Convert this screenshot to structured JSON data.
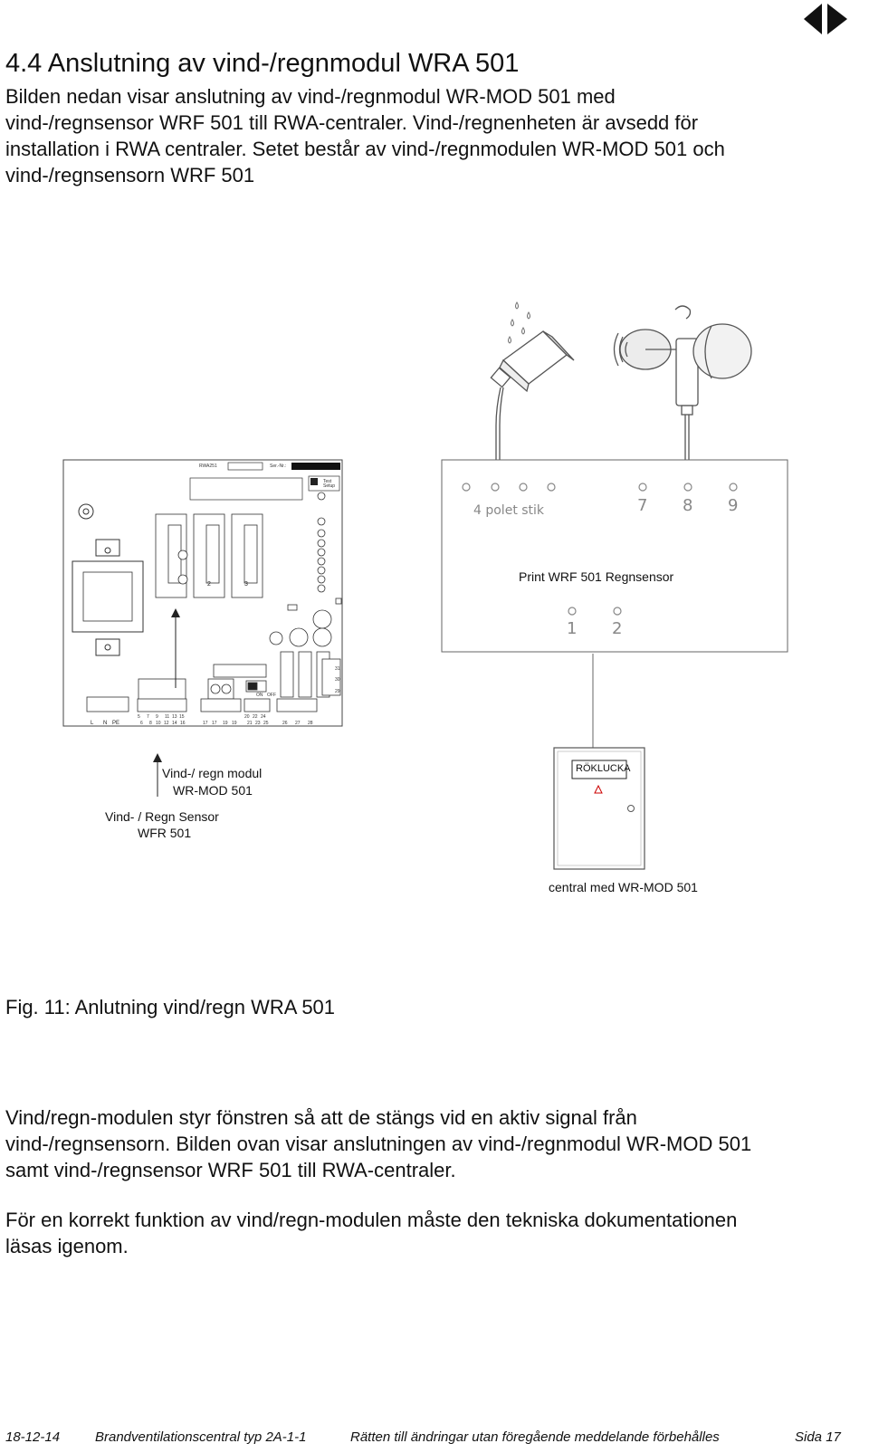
{
  "header": {
    "logo": "double-triangle-logo",
    "title": "4.4 Anslutning av vind-/regnmodul WRA 501"
  },
  "intro": [
    "Bilden nedan visar anslutning av vind-/regnmodul WR-MOD 501 med",
    "vind-/regnsensor WRF 501 till RWA-centraler. Vind-/regnenheten är avsedd för",
    "installation i RWA centraler. Setet består av vind-/regnmodulen WR-MOD 501 och",
    "vind-/regnsensorn WRF 501"
  ],
  "figure": {
    "board_label": "RWA251",
    "serial_label": "Ser.-Nr.:",
    "test_setup": [
      "Test",
      "Setup"
    ],
    "slot_numbers": [
      "2",
      "3"
    ],
    "terminal_rows": {
      "bottom": [
        "L",
        "N",
        "PE"
      ],
      "numbers_a": [
        "5",
        "7",
        "9",
        "11",
        "13",
        "15"
      ],
      "numbers_b": [
        "6",
        "8",
        "10",
        "12",
        "14",
        "16"
      ],
      "numbers_c": [
        "17",
        "17",
        "19",
        "19"
      ],
      "numbers_d": [
        "20",
        "22",
        "24"
      ],
      "numbers_e": [
        "21",
        "23",
        "25"
      ],
      "numbers_f": [
        "26",
        "27",
        "28"
      ],
      "side": [
        "31",
        "30",
        "29"
      ]
    },
    "switch_labels": [
      "ON",
      "OFF"
    ],
    "print_box": {
      "plug_text": "4 polet stik",
      "top_numbers": [
        "7",
        "8",
        "9"
      ],
      "bottom_numbers": [
        "1",
        "2"
      ],
      "title": "Print WRF 501 Regnsensor"
    },
    "module_label": [
      "Vind-/ regn modul",
      "WR-MOD 501"
    ],
    "sensor_label": [
      "Vind- / Regn Sensor",
      "WFR 501"
    ],
    "central_badge": "RÖKLUCKA",
    "central_label": "central med WR-MOD 501"
  },
  "caption": "Fig. 11: Anlutning vind/regn WRA 501",
  "para1": [
    "Vind/regn-modulen styr fönstren så att de stängs vid en aktiv signal från",
    "vind-/regnsensorn. Bilden ovan visar anslutningen av vind-/regnmodul WR-MOD 501",
    "samt vind-/regnsensor WRF 501 till RWA-centraler."
  ],
  "para2": [
    "För en korrekt funktion av vind/regn-modulen måste den tekniska dokumentationen",
    "läsas igenom."
  ],
  "footer": {
    "date": "18-12-14",
    "doc": "Brandventilationscentral typ 2A-1-1",
    "rights": "Rätten till ändringar utan föregående meddelande förbehålles",
    "page": "Sida 17"
  }
}
